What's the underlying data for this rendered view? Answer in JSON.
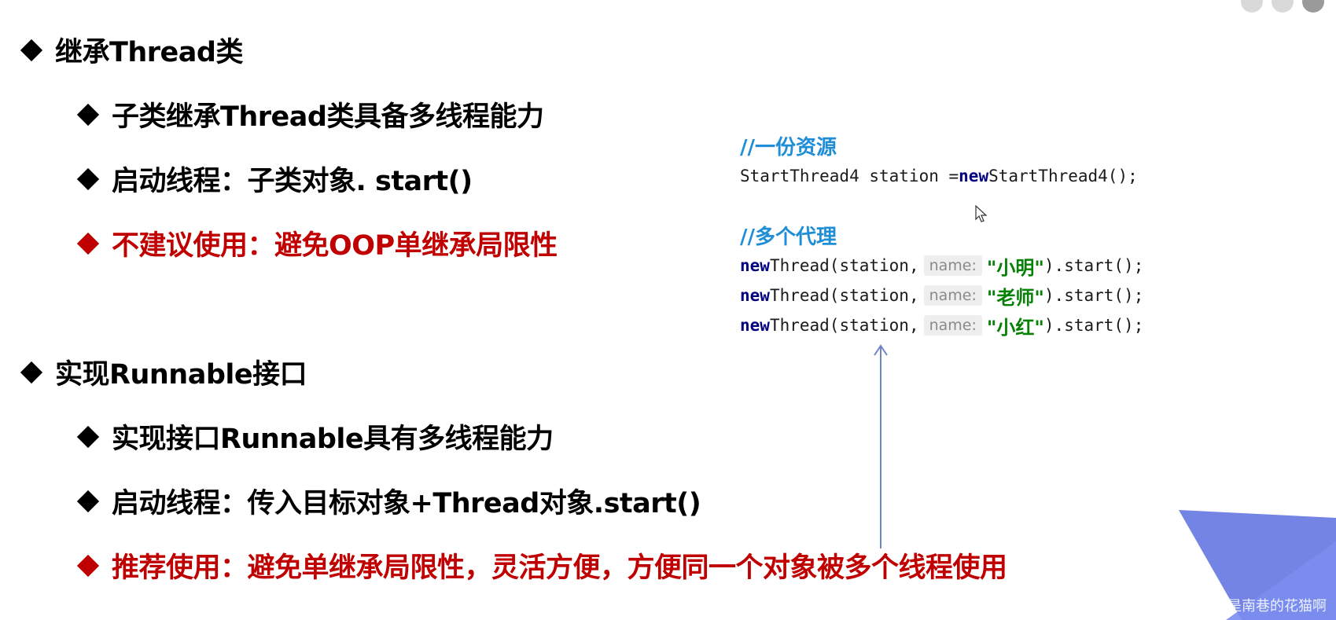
{
  "section1": {
    "heading": "继承Thread类",
    "items": [
      "子类继承Thread类具备多线程能力",
      "启动线程：子类对象. start()",
      "不建议使用：避免OOP单继承局限性"
    ]
  },
  "section2": {
    "heading": "实现Runnable接口",
    "items": [
      "实现接口Runnable具有多线程能力",
      "启动线程：传入目标对象+Thread对象.start()",
      "推荐使用：避免单继承局限性，灵活方便，方便同一个对象被多个线程使用"
    ]
  },
  "code": {
    "comment1": "//一份资源",
    "line1_type": "StartThread4 station = ",
    "line1_kw": "new",
    "line1_rest": " StartThread4();",
    "comment2": "//多个代理",
    "kw_new": "new",
    "call_prefix": " Thread(station,",
    "param_hint": "name:",
    "call_suffix": ").start();",
    "names": [
      "\"小明\"",
      "\"老师\"",
      "\"小红\""
    ]
  },
  "watermark": "CSDN @是南巷的花猫啊",
  "colors": {
    "accent_red": "#c00000",
    "comment_blue": "#1f8ed6",
    "keyword_navy": "#000080",
    "string_green": "#068106",
    "corner_blue": "#5b6fe0"
  }
}
